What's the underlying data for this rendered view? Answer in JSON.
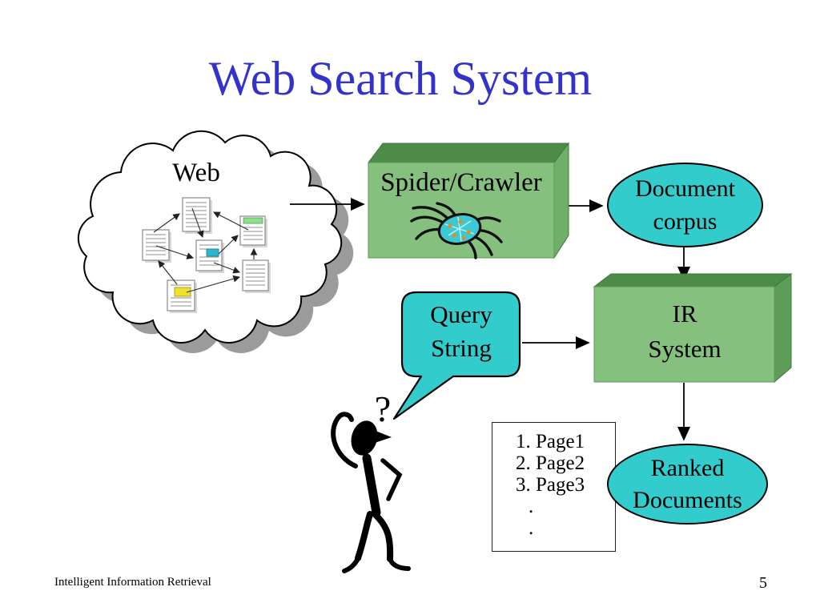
{
  "slide": {
    "title": "Web Search System",
    "footer": "Intelligent Information Retrieval",
    "page_number": "5"
  },
  "cloud": {
    "label": "Web",
    "icon": "cloud-icon",
    "contains": "linked-web-page-document-icons"
  },
  "spider_box": {
    "label": "Spider/Crawler",
    "icon": "spider-icon"
  },
  "document_corpus": {
    "line1": "Document",
    "line2": "corpus"
  },
  "ir_system": {
    "line1": "IR",
    "line2": "System"
  },
  "query_bubble": {
    "line1": "Query",
    "line2": "String",
    "icon": "speech-bubble-icon"
  },
  "ranked_documents": {
    "line1": "Ranked",
    "line2": "Documents"
  },
  "results_box": {
    "items": [
      "1. Page1",
      "2. Page2",
      "3. Page3",
      ".",
      "."
    ]
  },
  "person": {
    "question_mark": "?",
    "icon": "stick-figure-icon"
  },
  "arrows": [
    "cloud-to-spider-crawler",
    "spider-crawler-to-document-corpus",
    "document-corpus-to-ir-system",
    "query-string-to-ir-system",
    "ir-system-to-ranked-documents"
  ],
  "colors": {
    "title_blue": "#3333CC",
    "node_cyan": "#33CCCC",
    "box_front_green": "#86C07F",
    "box_top_green": "#4D8B49",
    "box_side_green": "#6FAF69",
    "cloud_shadow_gray": "#9B9B9B",
    "doc_highlight_cyan": "#2BB8CE",
    "doc_highlight_yellow": "#EEE32A",
    "doc_highlight_green": "#8CE08C"
  }
}
